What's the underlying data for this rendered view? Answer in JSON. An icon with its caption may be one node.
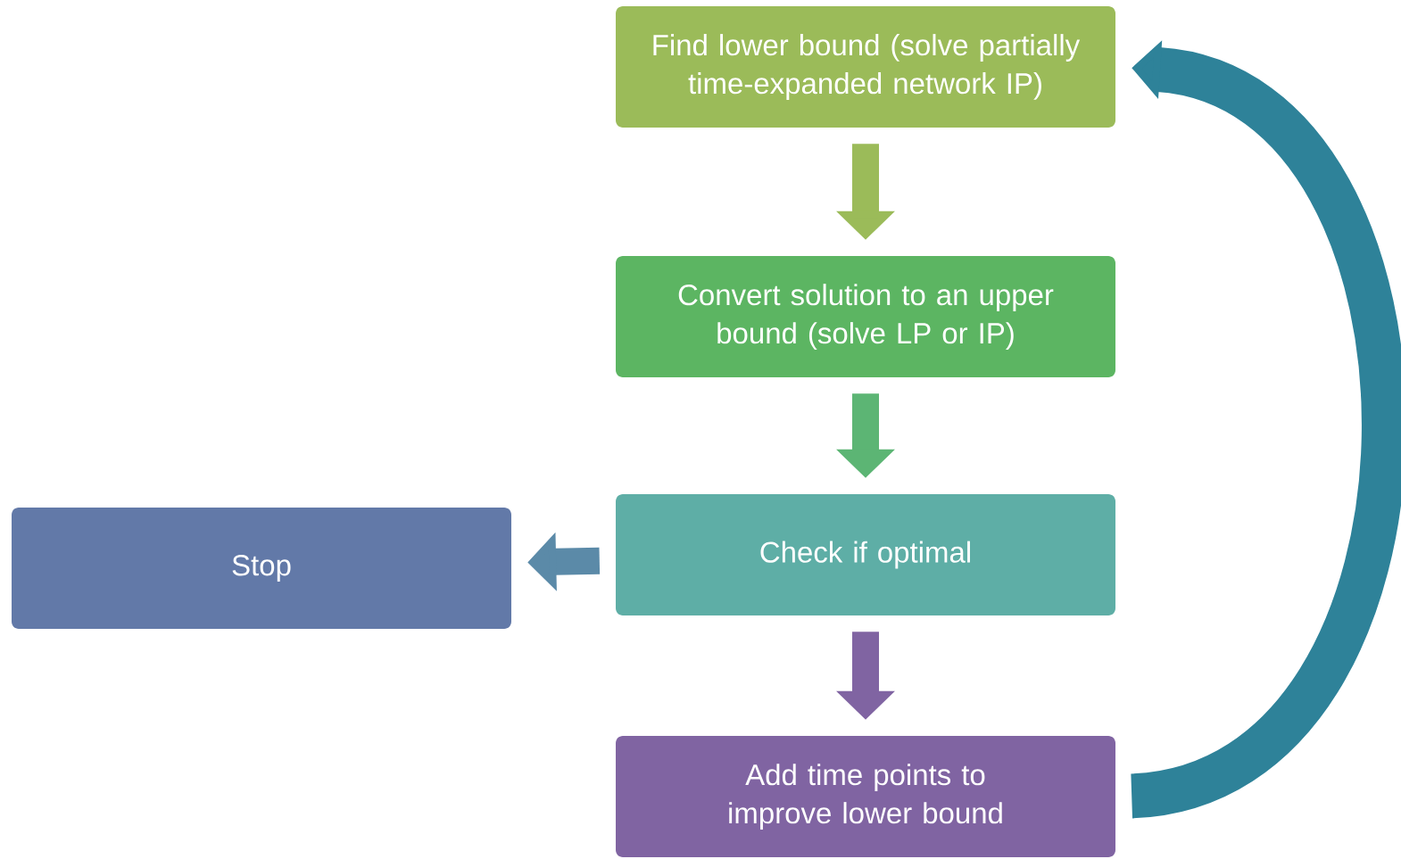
{
  "diagram": {
    "nodes": [
      {
        "text": [
          "Find lower bound (solve partially time-expanded network IP)"
        ]
      },
      {
        "text": [
          "Convert solution to an upper bound (solve LP or IP)"
        ]
      },
      {
        "text": [
          "Check if optimal"
        ]
      },
      {
        "text": [
          "Stop"
        ]
      },
      {
        "text": [
          "Add time points to improve lower bound"
        ]
      }
    ],
    "edges": [
      {
        "from": 0,
        "to": 1,
        "arrow": "to",
        "color": "#9bbb59"
      },
      {
        "from": 1,
        "to": 2,
        "arrow": "to",
        "color": "#5cb574"
      },
      {
        "from": 2,
        "to": 3,
        "arrow": "to",
        "color": "#5b8aa8"
      },
      {
        "from": 2,
        "to": 4,
        "arrow": "to",
        "color": "#8064a2"
      },
      {
        "from": 4,
        "to": 0,
        "arrow": "to",
        "color": "#2e8299"
      }
    ]
  }
}
